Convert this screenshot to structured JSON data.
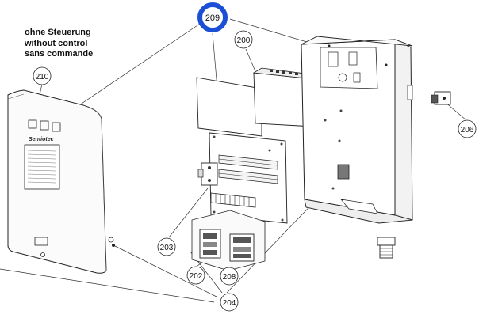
{
  "caption": {
    "line_de": "ohne Steuerung",
    "line_en": "without control",
    "line_fr": "sans commande"
  },
  "panel": {
    "brand": "Sentiotec"
  },
  "callouts": {
    "p200": "200",
    "p202": "202",
    "p203": "203",
    "p204": "204",
    "p206": "206",
    "p208": "208",
    "p209": "209",
    "p210": "210"
  },
  "colors": {
    "line": "#222222",
    "highlight_ring": "#1a4fd6",
    "callout_fill": "#ffffff"
  }
}
